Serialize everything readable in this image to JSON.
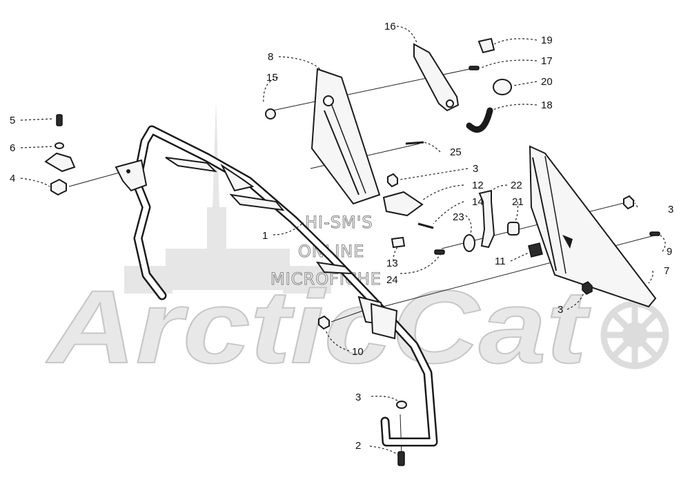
{
  "callouts": [
    {
      "id": "c1",
      "number": "1"
    },
    {
      "id": "c2",
      "number": "2"
    },
    {
      "id": "c3a",
      "number": "3"
    },
    {
      "id": "c3b",
      "number": "3"
    },
    {
      "id": "c3c",
      "number": "3"
    },
    {
      "id": "c3d",
      "number": "3"
    },
    {
      "id": "c4",
      "number": "4"
    },
    {
      "id": "c5",
      "number": "5"
    },
    {
      "id": "c6",
      "number": "6"
    },
    {
      "id": "c7",
      "number": "7"
    },
    {
      "id": "c8",
      "number": "8"
    },
    {
      "id": "c9",
      "number": "9"
    },
    {
      "id": "c10",
      "number": "10"
    },
    {
      "id": "c11",
      "number": "11"
    },
    {
      "id": "c12",
      "number": "12"
    },
    {
      "id": "c13",
      "number": "13"
    },
    {
      "id": "c14",
      "number": "14"
    },
    {
      "id": "c15",
      "number": "15"
    },
    {
      "id": "c16",
      "number": "16"
    },
    {
      "id": "c17",
      "number": "17"
    },
    {
      "id": "c18",
      "number": "18"
    },
    {
      "id": "c19",
      "number": "19"
    },
    {
      "id": "c20",
      "number": "20"
    },
    {
      "id": "c21",
      "number": "21"
    },
    {
      "id": "c22",
      "number": "22"
    },
    {
      "id": "c23",
      "number": "23"
    },
    {
      "id": "c24",
      "number": "24"
    },
    {
      "id": "c25",
      "number": "25"
    }
  ],
  "watermark": {
    "line1": "HI-SM'S",
    "line2": "ONLINE",
    "line3": "MICROFICHE",
    "brand": "ArcticCat"
  },
  "colors": {
    "ink": "#1a1a1a",
    "watermark": "#d9d9d9",
    "background": "#ffffff"
  }
}
